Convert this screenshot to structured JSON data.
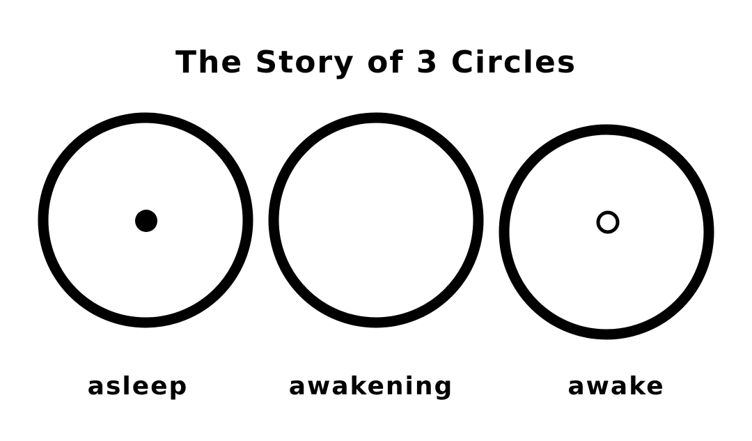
{
  "title": "The Story of 3 Circles",
  "colors": {
    "background": "#ffffff",
    "ink": "#000000"
  },
  "stages": [
    {
      "label": "asleep",
      "center_mark": "filled-dot"
    },
    {
      "label": "awakening",
      "center_mark": "none"
    },
    {
      "label": "awake",
      "center_mark": "hollow-dot"
    }
  ]
}
